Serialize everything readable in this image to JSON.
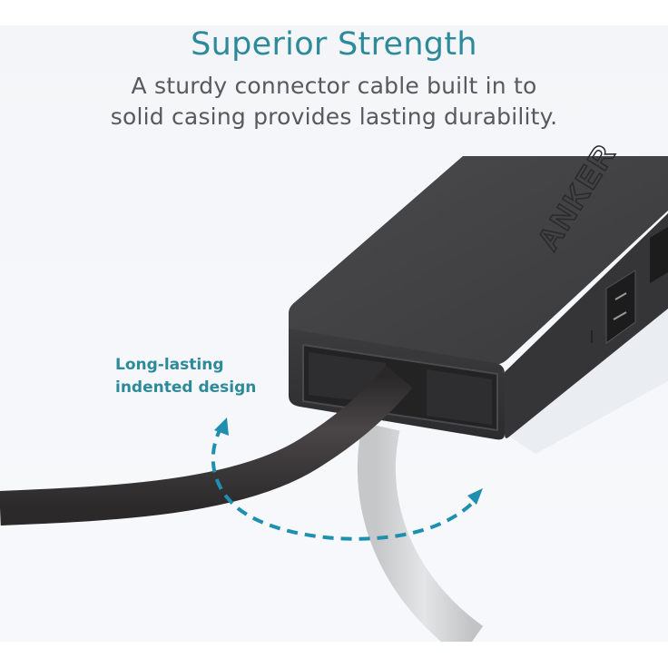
{
  "headline": {
    "title": "Superior Strength",
    "subtitle_line1": "A sturdy connector cable built in to",
    "subtitle_line2": "solid casing provides lasting durability."
  },
  "callout": {
    "line1": "Long-lasting",
    "line2": "indented design"
  },
  "product": {
    "brand_mark": "ANKER",
    "description": "Black USB hub with attached cable entering an indented slot"
  },
  "colors": {
    "accent": "#2d8a9a",
    "arrow": "#1f8fb0",
    "body_text": "#555a5e",
    "hub": "#3d3d3f",
    "cable_dark": "#3a3839",
    "cable_light": "#d6d7d9",
    "background": "#f5f6f9"
  }
}
